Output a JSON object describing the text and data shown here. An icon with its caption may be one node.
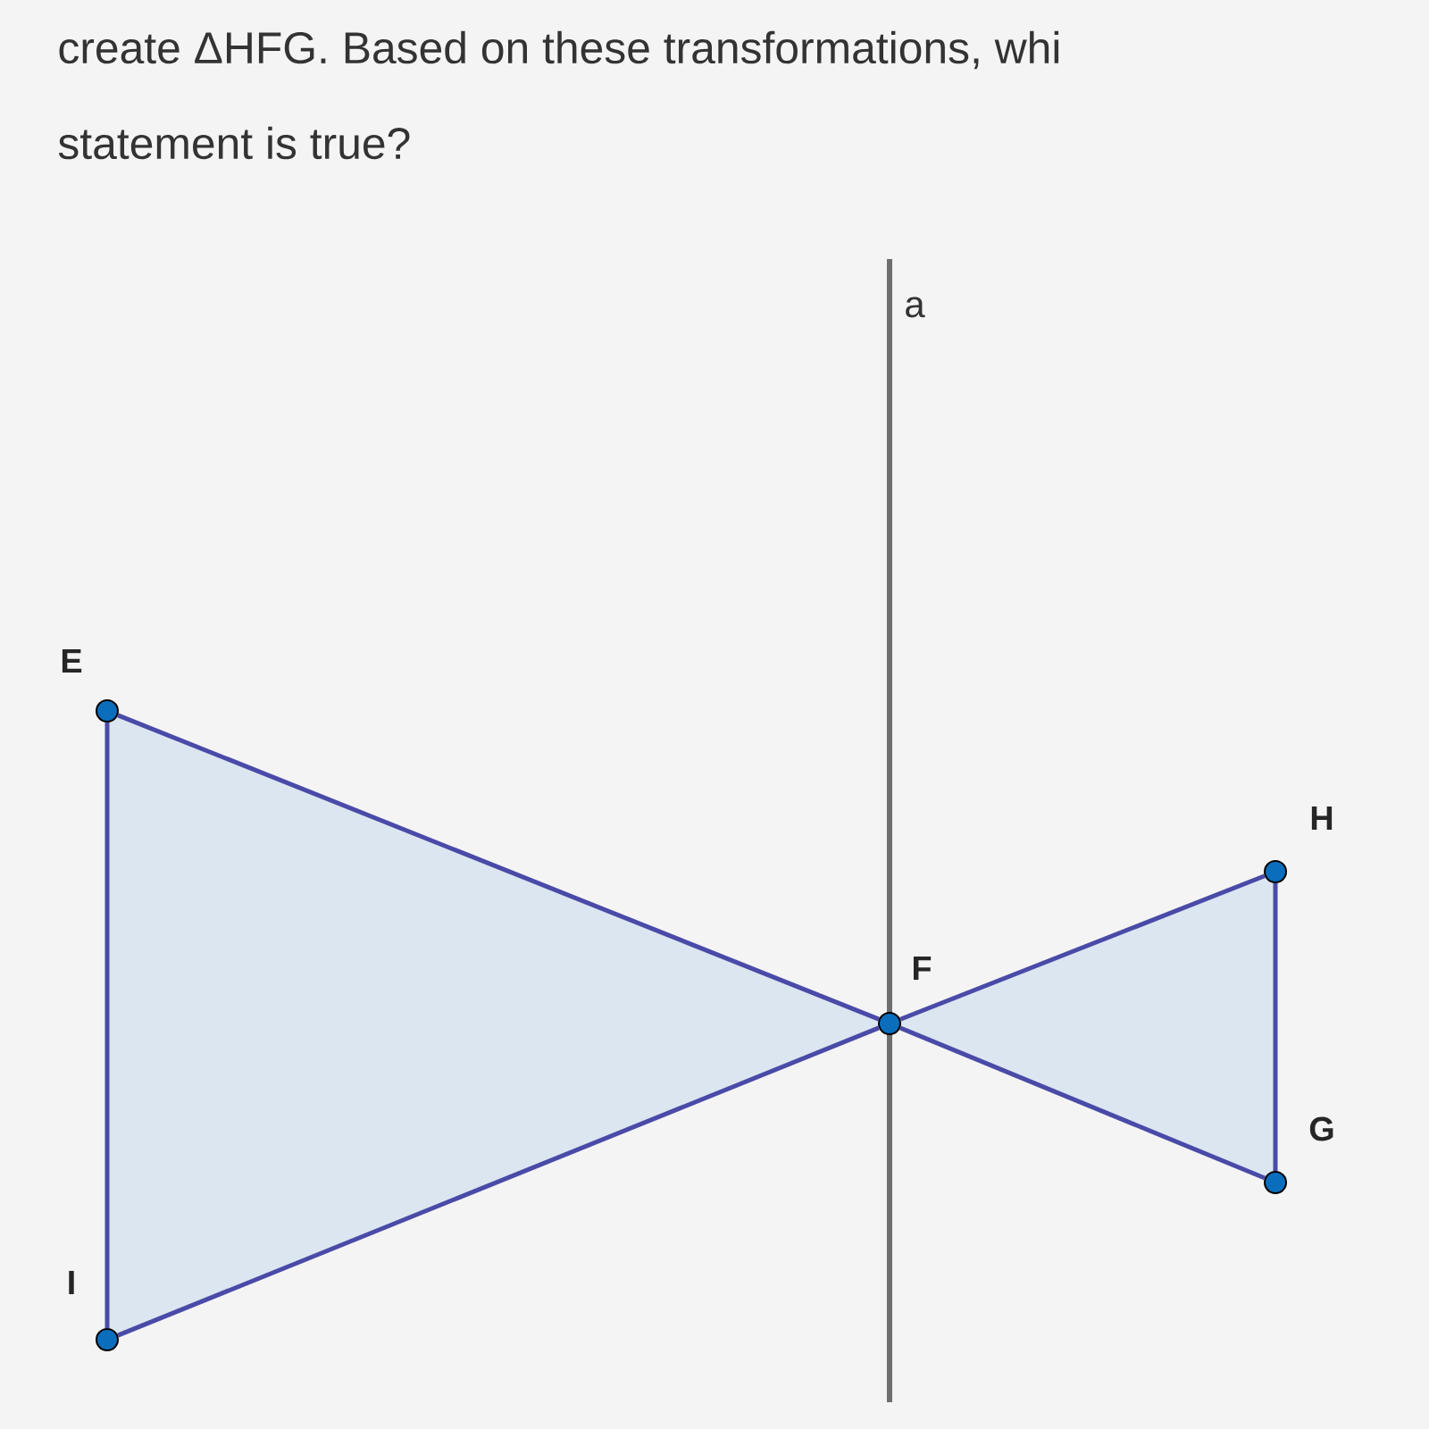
{
  "diagram": {
    "nodes": [
      {
        "text": [
          "E"
        ]
      },
      {
        "text": [
          "I"
        ]
      },
      {
        "text": [
          "F"
        ]
      },
      {
        "text": [
          "H"
        ]
      },
      {
        "text": [
          "G"
        ]
      }
    ],
    "edges": [
      {
        "from": 0,
        "to": 2,
        "arrow": "none"
      },
      {
        "from": 0,
        "to": 1,
        "arrow": "none"
      },
      {
        "from": 1,
        "to": 2,
        "arrow": "none"
      },
      {
        "from": 2,
        "to": 3,
        "arrow": "none"
      },
      {
        "from": 3,
        "to": 4,
        "arrow": "none"
      },
      {
        "from": 4,
        "to": 2,
        "arrow": "none"
      }
    ],
    "labels": [
      "create ΔHFG. Based on these transformations, whi",
      "statement is true?",
      "a"
    ]
  }
}
